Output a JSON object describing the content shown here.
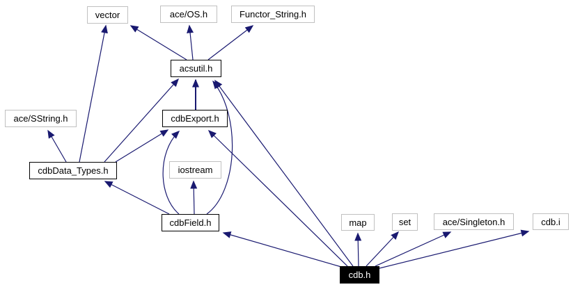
{
  "diagram": {
    "type": "include-dependency-graph",
    "background": "#ffffff",
    "edge_color": "#191970",
    "border_internal": "#000000",
    "border_external": "#c0c0c0",
    "focus_fill": "#000000",
    "focus_text": "#ffffff",
    "nodes": [
      {
        "id": "vector",
        "label": "vector",
        "kind": "external"
      },
      {
        "id": "ace-os",
        "label": "ace/OS.h",
        "kind": "external"
      },
      {
        "id": "functor-string",
        "label": "Functor_String.h",
        "kind": "external"
      },
      {
        "id": "acsutil",
        "label": "acsutil.h",
        "kind": "internal"
      },
      {
        "id": "ace-sstring",
        "label": "ace/SString.h",
        "kind": "external"
      },
      {
        "id": "cdbexport",
        "label": "cdbExport.h",
        "kind": "internal"
      },
      {
        "id": "cdbdata-types",
        "label": "cdbData_Types.h",
        "kind": "internal"
      },
      {
        "id": "iostream",
        "label": "iostream",
        "kind": "external"
      },
      {
        "id": "cdbfield",
        "label": "cdbField.h",
        "kind": "internal"
      },
      {
        "id": "map",
        "label": "map",
        "kind": "external"
      },
      {
        "id": "set",
        "label": "set",
        "kind": "external"
      },
      {
        "id": "ace-singleton",
        "label": "ace/Singleton.h",
        "kind": "external"
      },
      {
        "id": "cdb-i",
        "label": "cdb.i",
        "kind": "external"
      },
      {
        "id": "cdb-h",
        "label": "cdb.h",
        "kind": "focus"
      }
    ],
    "edges": [
      {
        "from": "acsutil",
        "to": "vector"
      },
      {
        "from": "acsutil",
        "to": "ace-os"
      },
      {
        "from": "acsutil",
        "to": "functor-string"
      },
      {
        "from": "cdbexport",
        "to": "acsutil"
      },
      {
        "from": "cdbdata-types",
        "to": "ace-sstring"
      },
      {
        "from": "cdbdata-types",
        "to": "vector"
      },
      {
        "from": "cdbdata-types",
        "to": "acsutil"
      },
      {
        "from": "cdbdata-types",
        "to": "cdbexport"
      },
      {
        "from": "cdbfield",
        "to": "cdbdata-types"
      },
      {
        "from": "cdbfield",
        "to": "cdbexport"
      },
      {
        "from": "cdbfield",
        "to": "iostream"
      },
      {
        "from": "cdbfield",
        "to": "acsutil"
      },
      {
        "from": "cdb-h",
        "to": "cdbfield"
      },
      {
        "from": "cdb-h",
        "to": "cdbexport"
      },
      {
        "from": "cdb-h",
        "to": "acsutil"
      },
      {
        "from": "cdb-h",
        "to": "map"
      },
      {
        "from": "cdb-h",
        "to": "set"
      },
      {
        "from": "cdb-h",
        "to": "ace-singleton"
      },
      {
        "from": "cdb-h",
        "to": "cdb-i"
      }
    ]
  }
}
